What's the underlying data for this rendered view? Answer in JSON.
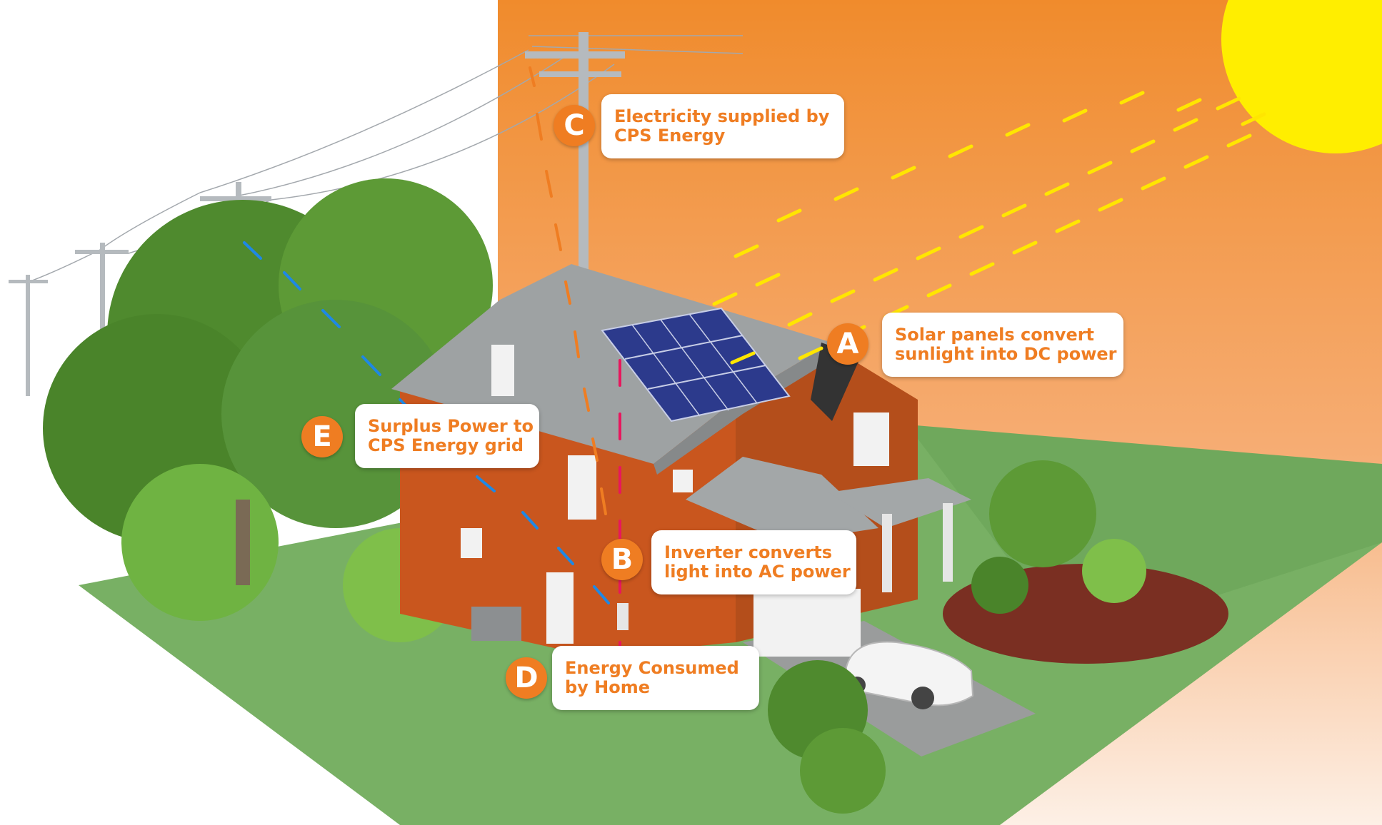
{
  "colors": {
    "accent_orange": "#ef7d22",
    "sky_top": "#f08b2c",
    "sky_bottom": "#fbe6d6",
    "sun": "#ffee00",
    "sunlight_arrow": "#ffe600",
    "grid_arrow": "#ef7d22",
    "home_arrow": "#e8175d",
    "surplus_arrow": "#1e88e5",
    "lawn": "#78b064",
    "siding": "#c9561e",
    "roof": "#9ea2a3",
    "solar_panel": "#2c3a8c"
  },
  "callouts": [
    {
      "id": "A",
      "letter": "A",
      "lines": [
        "Solar panels convert",
        "sunlight into DC power"
      ]
    },
    {
      "id": "B",
      "letter": "B",
      "lines": [
        "Inverter converts",
        "light into AC power"
      ]
    },
    {
      "id": "C",
      "letter": "C",
      "lines": [
        "Electricity supplied by",
        "CPS Energy"
      ]
    },
    {
      "id": "D",
      "letter": "D",
      "lines": [
        "Energy Consumed",
        "by Home"
      ]
    },
    {
      "id": "E",
      "letter": "E",
      "lines": [
        "Surplus Power to",
        "CPS Energy grid"
      ]
    }
  ],
  "icons": [
    "sun-icon",
    "utility-pole-icon",
    "house-icon",
    "solar-panel-icon",
    "tree-icon",
    "car-icon",
    "ac-unit-icon",
    "inverter-icon"
  ]
}
